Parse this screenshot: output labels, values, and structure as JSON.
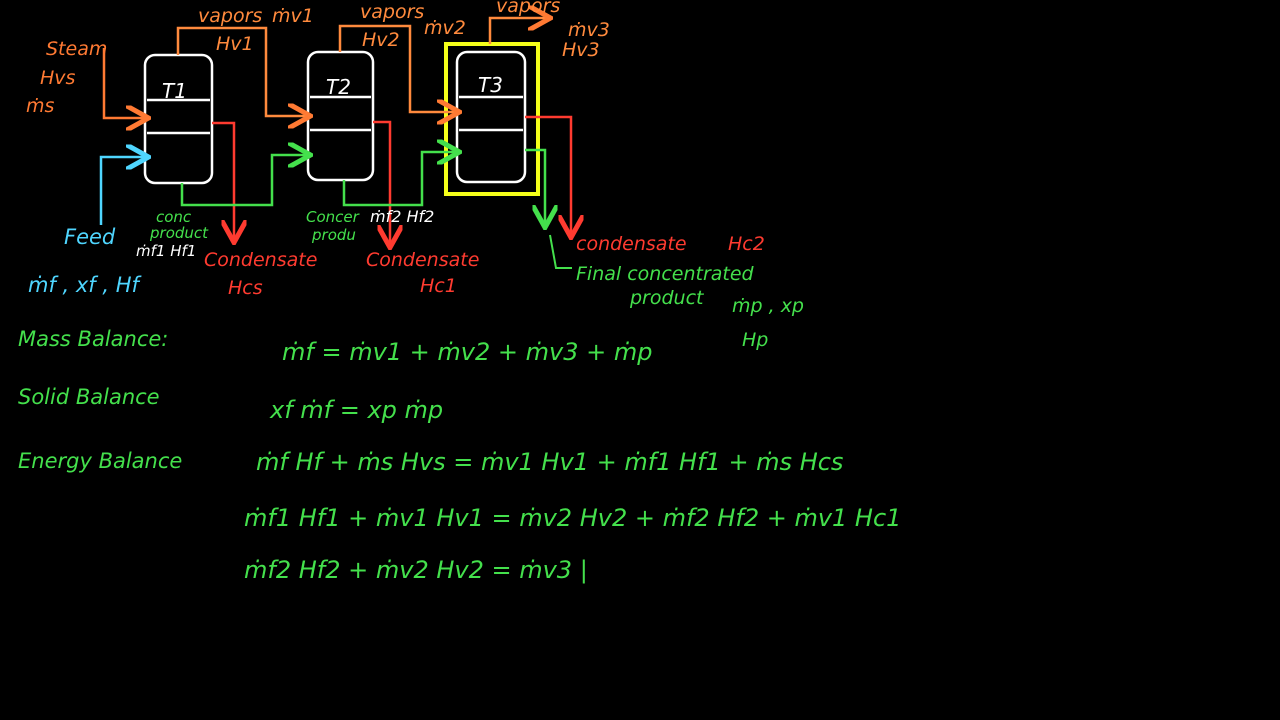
{
  "colors": {
    "steam": "#ff7a33",
    "vapor": "#ff8a3d",
    "condensate": "#ff3b30",
    "feed": "#4fd6ff",
    "product": "#44e04c",
    "tank": "#ffffff",
    "highlight": "#f5ff1a",
    "background": "#000000"
  },
  "diagram": {
    "steam": {
      "name": "Steam",
      "enthalpy": "Hvs",
      "flow": "ṁs"
    },
    "feed": {
      "name": "Feed",
      "props": "ṁf , xf , Hf"
    },
    "tanks": [
      "T1",
      "T2",
      "T3"
    ],
    "vapors": [
      {
        "name": "vapors",
        "flow": "ṁv1",
        "enthalpy": "Hv1"
      },
      {
        "name": "vapors",
        "flow": "ṁv2",
        "enthalpy": "Hv2"
      },
      {
        "name": "vapors",
        "flow": "ṁv3",
        "enthalpy": "Hv3"
      }
    ],
    "conc_products": [
      {
        "line1": "conc",
        "line2": "product",
        "props": "ṁf1 Hf1"
      },
      {
        "line1": "Concer",
        "line2": "produ",
        "props": "ṁf2 Hf2"
      }
    ],
    "condensates": [
      {
        "name": "Condensate",
        "enthalpy": "Hcs"
      },
      {
        "name": "Condensate",
        "enthalpy": "Hc1"
      },
      {
        "name": "condensate",
        "enthalpy": "Hc2"
      }
    ],
    "final_product": {
      "line1": "Final concentrated",
      "line2": "product",
      "props": "ṁp , xp",
      "enthalpy": "Hp"
    }
  },
  "balances": {
    "mass": {
      "label": "Mass Balance:",
      "equation": "ṁf = ṁv1 + ṁv2 + ṁv3 + ṁp"
    },
    "solid": {
      "label": "Solid Balance",
      "equation": "xf ṁf = xp ṁp"
    },
    "energy": {
      "label": "Energy Balance",
      "equations": [
        "ṁf Hf + ṁs Hvs = ṁv1 Hv1 + ṁf1 Hf1 + ṁs Hcs",
        "ṁf1 Hf1 + ṁv1 Hv1 = ṁv2 Hv2 + ṁf2 Hf2 + ṁv1 Hc1",
        "ṁf2 Hf2 + ṁv2 Hv2 = ṁv3 |"
      ]
    }
  }
}
